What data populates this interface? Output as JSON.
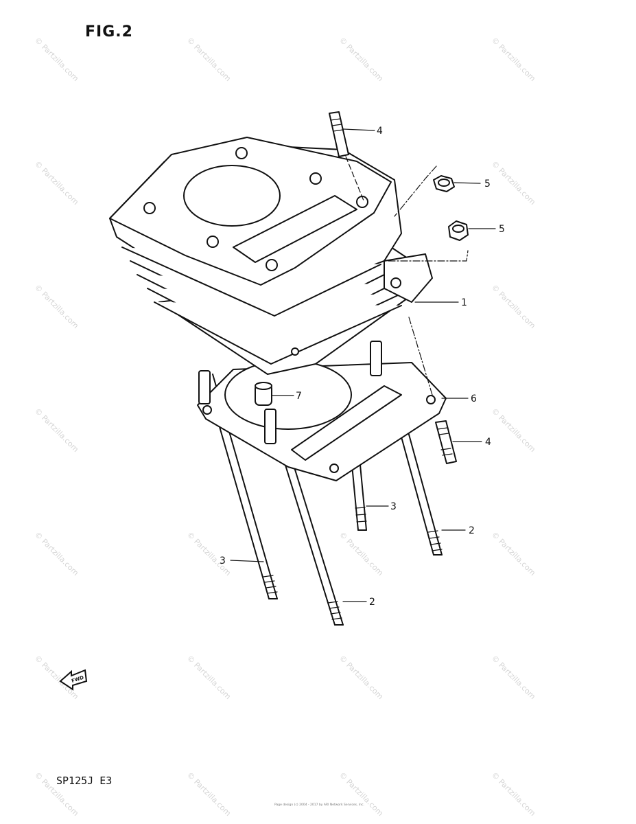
{
  "figure": {
    "title": "FIG.2",
    "model_code": "SP125J  E3",
    "footer_text": "Page design (c) 2004 - 2017 by ARI Network Services, Inc.",
    "watermark": "© Partzilla.com",
    "fwd_label": "FWD"
  },
  "callouts": [
    {
      "label": "4"
    },
    {
      "label": "5"
    },
    {
      "label": "5"
    },
    {
      "label": "1"
    },
    {
      "label": "6"
    },
    {
      "label": "7"
    },
    {
      "label": "4"
    },
    {
      "label": "3"
    },
    {
      "label": "2"
    },
    {
      "label": "3"
    },
    {
      "label": "2"
    }
  ]
}
